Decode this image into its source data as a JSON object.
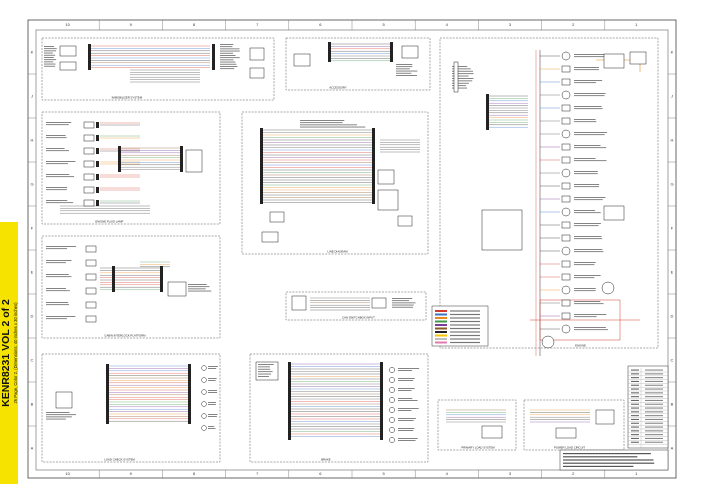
{
  "spine": {
    "title": "KENR8231 VOL 2 of 2",
    "subtitle": "26 Page, Color 2, (Dimensions: 40 inches x 30 inches)"
  },
  "grid": {
    "columns": [
      "10",
      "9",
      "8",
      "7",
      "6",
      "5",
      "4",
      "3",
      "2",
      "1"
    ],
    "rows": [
      "K",
      "J",
      "H",
      "G",
      "F",
      "E",
      "D",
      "C",
      "B",
      "A"
    ]
  },
  "sections": [
    {
      "id": "s1",
      "label": "IMMOBILIZER SYSTEM"
    },
    {
      "id": "s2",
      "label": "ACCESSORY"
    },
    {
      "id": "s3",
      "label": "ENGINE FLUID LAMP"
    },
    {
      "id": "s4",
      "label": "LINE DIAGRAM"
    },
    {
      "id": "s5",
      "label": "CABIN INTERLOCK PLATFORM"
    },
    {
      "id": "s6",
      "label": "CAN SWITCHBOX INPUT"
    },
    {
      "id": "s7",
      "label": "LOAD CHECK SYSTEM"
    },
    {
      "id": "s8",
      "label": "BRAKE"
    },
    {
      "id": "s9",
      "label": "ENGINE"
    },
    {
      "id": "s10",
      "label": "PRIMARY LOAD SYSTEM"
    },
    {
      "id": "s11",
      "label": "POWER LOAD CIRCUIT"
    }
  ],
  "colors": {
    "spine": "#f6e400",
    "wire": "#333333",
    "border": "#444444",
    "accent_red": "#d43b2f",
    "accent_blue": "#3a73c8",
    "accent_orange": "#e58a1f",
    "accent_green": "#3f9a4a"
  }
}
